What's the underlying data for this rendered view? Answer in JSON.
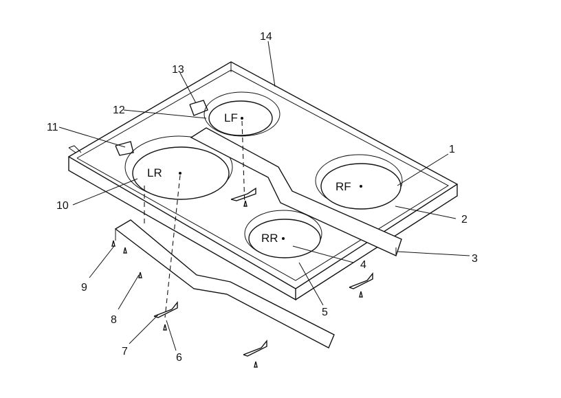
{
  "callouts": [
    "1",
    "2",
    "3",
    "4",
    "5",
    "6",
    "7",
    "8",
    "9",
    "10",
    "11",
    "12",
    "13",
    "14"
  ],
  "burners": {
    "lf": "LF",
    "lr": "LR",
    "rf": "RF",
    "rr": "RR"
  }
}
